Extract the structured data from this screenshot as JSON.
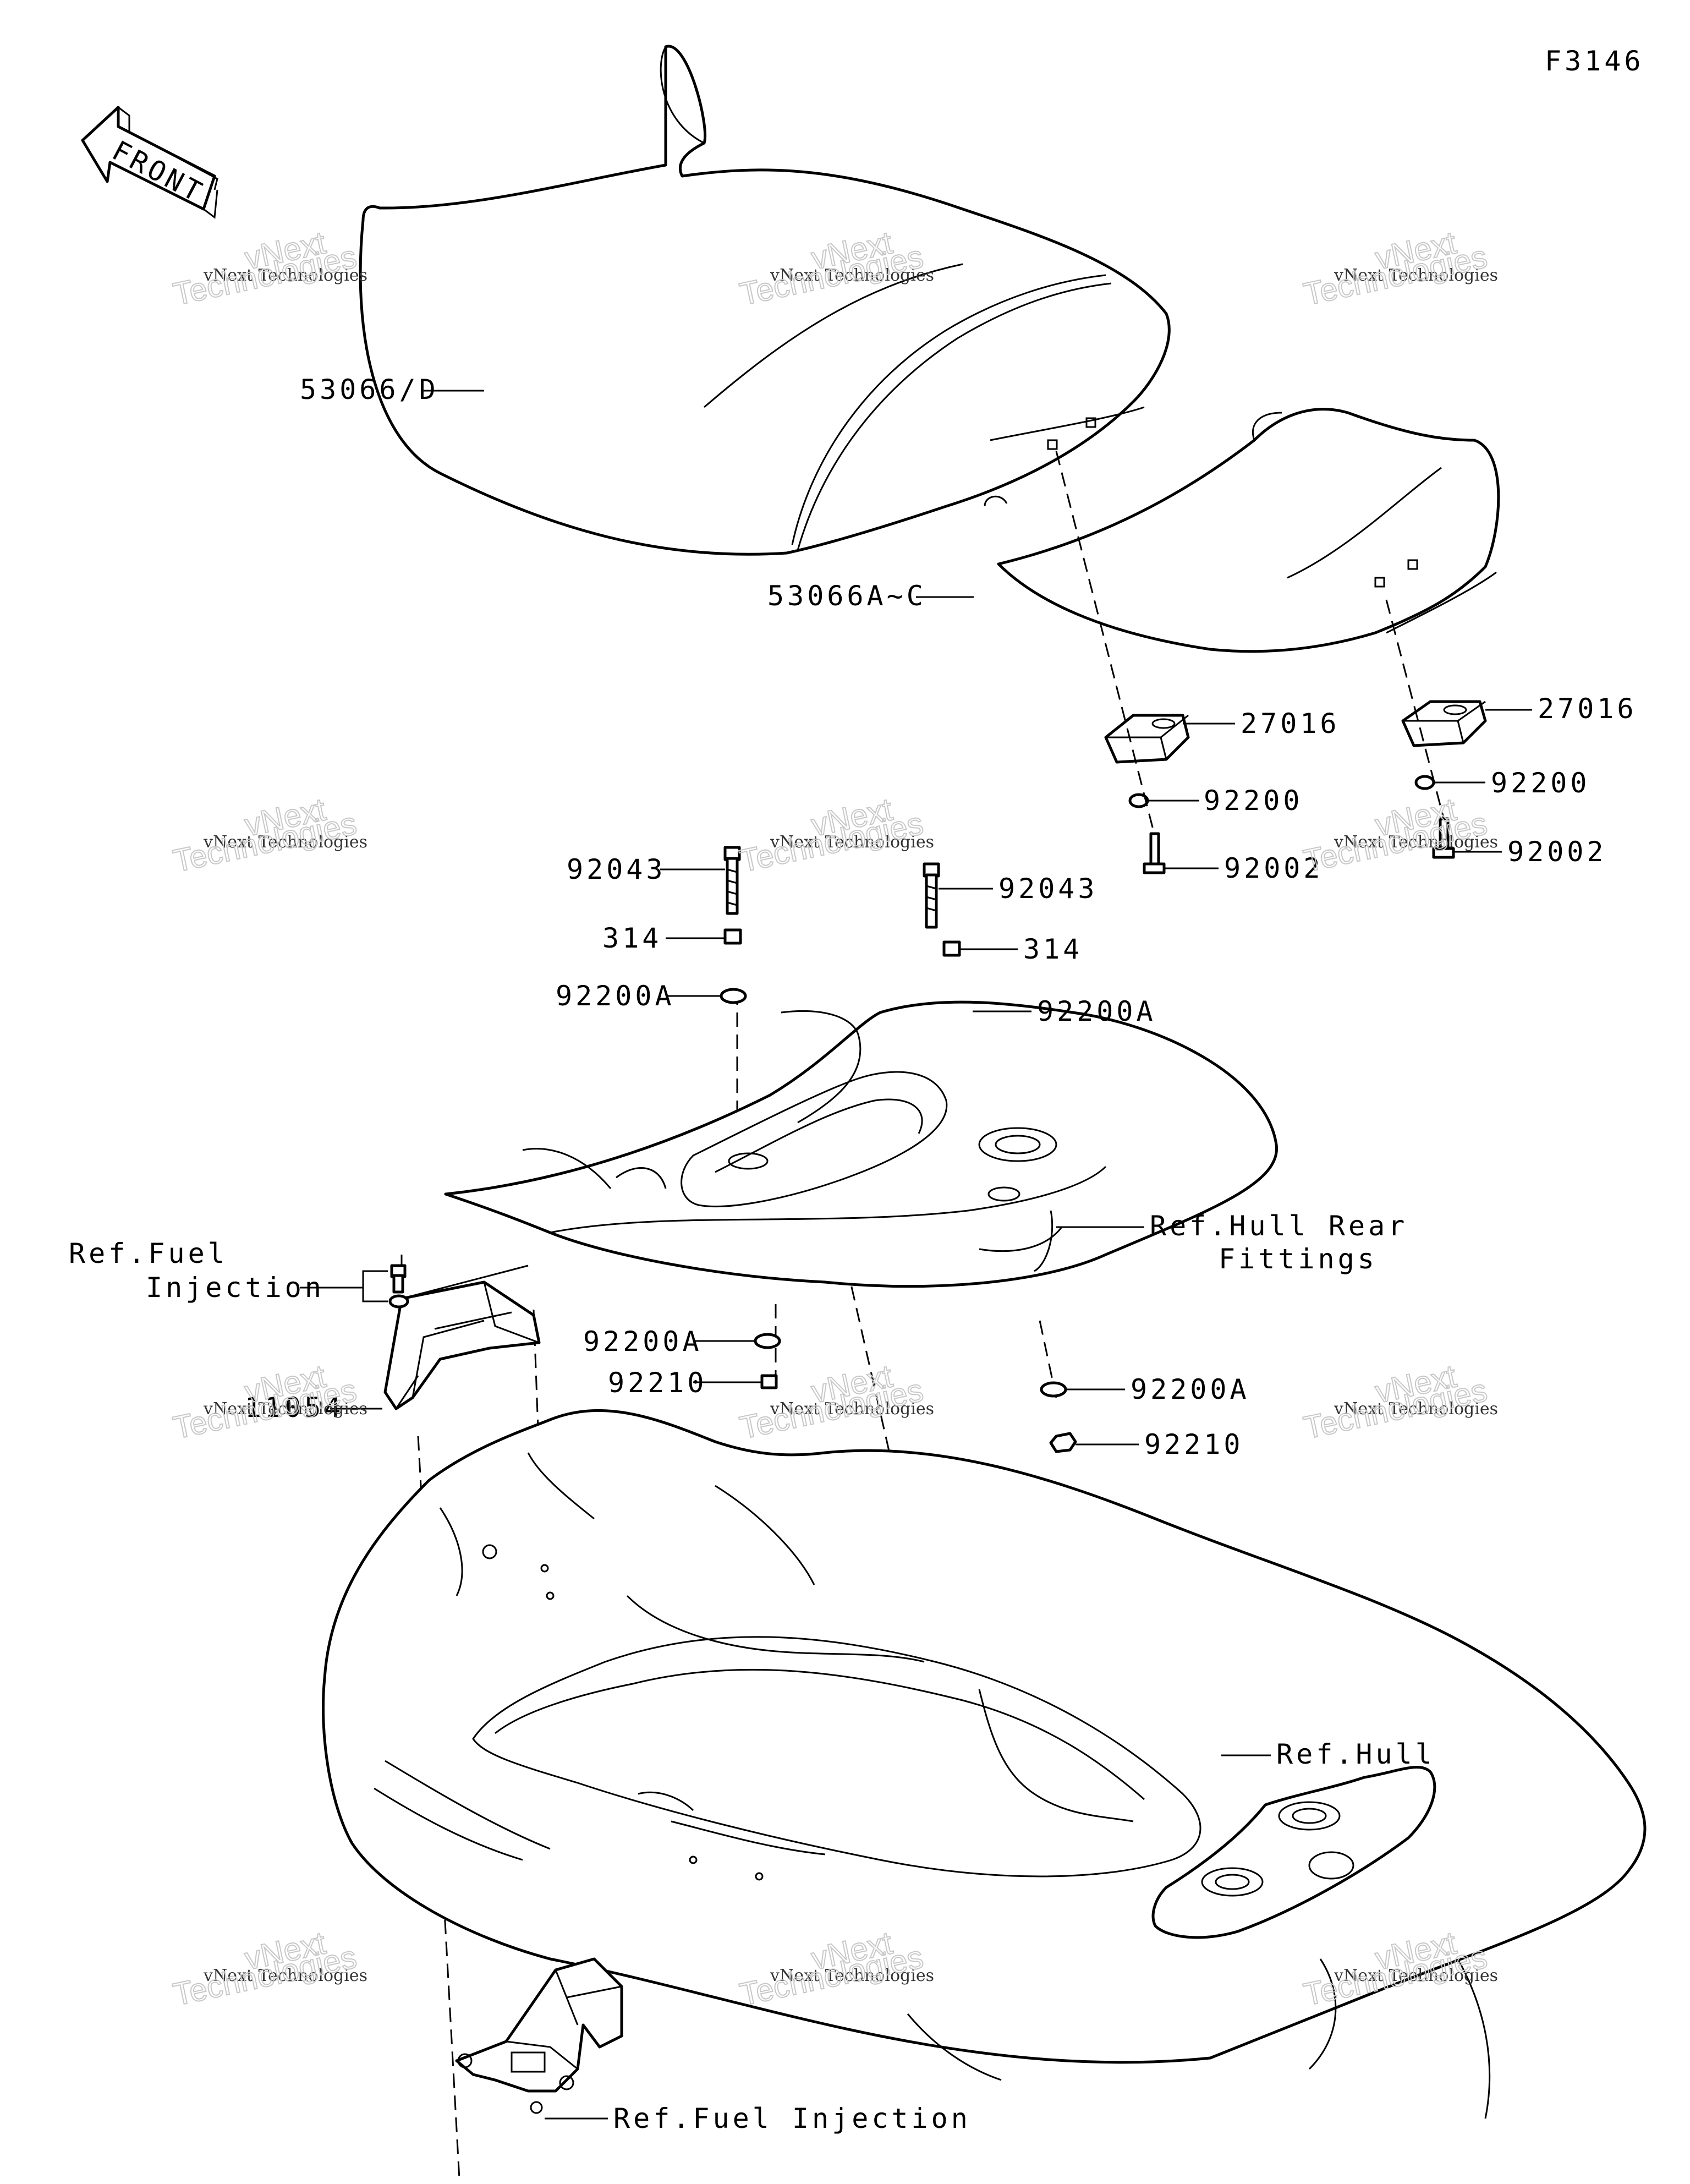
{
  "figure_code": "F3146",
  "front_arrow": {
    "label": "FRONT"
  },
  "parts": {
    "p53066d": "53066/D",
    "p53066ac": "53066A~C",
    "p27016_left": "27016",
    "p27016_right": "27016",
    "p92200_left": "92200",
    "p92200_right": "92200",
    "p92002_left": "92002",
    "p92002_right": "92002",
    "p92043_left": "92043",
    "p92043_right": "92043",
    "p314_left": "314",
    "p314_right": "314",
    "p92200a_upper_left": "92200A",
    "p92200a_upper_right": "92200A",
    "p92200a_lower_left": "92200A",
    "p92200a_lower_right": "92200A",
    "p92210_left": "92210",
    "p92210_right": "92210",
    "p11054": "11054"
  },
  "references": {
    "hull_rear_line1": "Ref.Hull Rear",
    "hull_rear_line2": "Fittings",
    "fuel_line1": "Ref.Fuel",
    "fuel_line2": "Injection",
    "hull": "Ref.Hull",
    "fuel_bottom": "Ref.Fuel Injection"
  },
  "watermark": {
    "line1": "vNext Technologies",
    "line2": "vNext",
    "line3": "Technologies"
  }
}
